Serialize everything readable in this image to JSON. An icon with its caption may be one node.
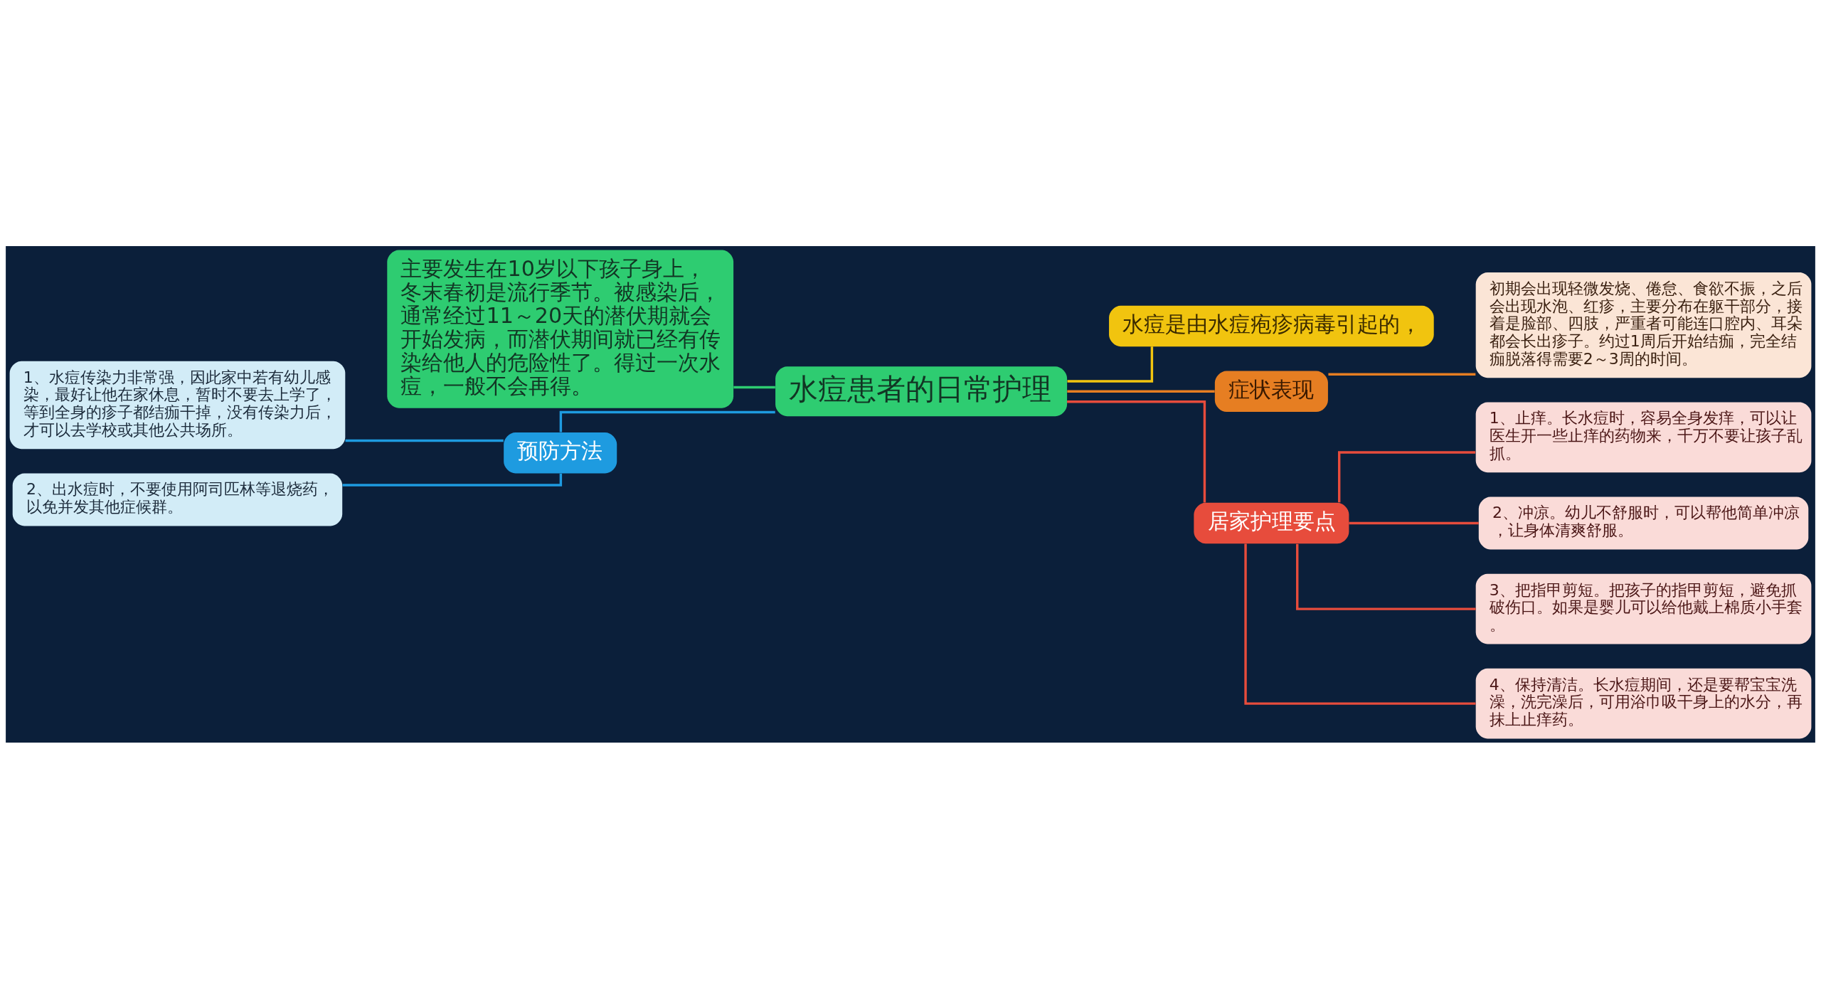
{
  "diagram": {
    "nodes": [
      {
        "text": [
          "水痘患者的日常护理"
        ]
      },
      {
        "text": [
          "主要发生在10岁以下孩子身上，冬末春初是流行季节。被感染后，通常经过11～20天的潜伏期就会开始发病，而潜伏期间就已经有传染给他人的危险性了。得过一次水痘，一般不会再得。"
        ]
      },
      {
        "text": [
          "预防方法"
        ]
      },
      {
        "text": [
          "1、水痘传染力非常强，因此家中若有幼儿感染，最好让他在家休息，暂时不要去上学了，等到全身的疹子都结痂干掉，没有传染力后，才可以去学校或其他公共场所。"
        ]
      },
      {
        "text": [
          "2、出水痘时，不要使用阿司匹林等退烧药，以免并发其他症候群。"
        ]
      },
      {
        "text": [
          "水痘是由水痘疱疹病毒引起的，"
        ]
      },
      {
        "text": [
          "症状表现"
        ]
      },
      {
        "text": [
          "初期会出现轻微发烧、倦怠、食欲不振，之后会出现水泡、红疹，主要分布在躯干部分，接着是脸部、四肢，严重者可能连口腔内、耳朵都会长出疹子。约过1周后开始结痂，完全结痂脱落得需要2～3周的时间。"
        ]
      },
      {
        "text": [
          "居家护理要点"
        ]
      },
      {
        "text": [
          "1、止痒。长水痘时，容易全身发痒，可以让医生开一些止痒的药物来，千万不要让孩子乱抓。"
        ]
      },
      {
        "text": [
          "2、冲凉。幼儿不舒服时，可以帮他简单冲凉，让身体清爽舒服。"
        ]
      },
      {
        "text": [
          "3、把指甲剪短。把孩子的指甲剪短，避免抓破伤口。如果是婴儿可以给他戴上棉质小手套。"
        ]
      },
      {
        "text": [
          "4、保持清洁。长水痘期间，还是要帮宝宝洗澡，洗完澡后，可用浴巾吸干身上的水分，再抹上止痒药。"
        ]
      }
    ],
    "edges": [
      {
        "from": 0,
        "to": 1,
        "arrow": "none",
        "color": "#2ecc71"
      },
      {
        "from": 0,
        "to": 2,
        "arrow": "none",
        "color": "#1e9be0"
      },
      {
        "from": 2,
        "to": 3,
        "arrow": "none",
        "color": "#1e9be0"
      },
      {
        "from": 2,
        "to": 4,
        "arrow": "none",
        "color": "#1e9be0"
      },
      {
        "from": 0,
        "to": 5,
        "arrow": "none",
        "color": "#f1c40f"
      },
      {
        "from": 0,
        "to": 6,
        "arrow": "none",
        "color": "#e67e22"
      },
      {
        "from": 6,
        "to": 7,
        "arrow": "none",
        "color": "#e67e22"
      },
      {
        "from": 0,
        "to": 8,
        "arrow": "none",
        "color": "#e74c3c"
      },
      {
        "from": 8,
        "to": 9,
        "arrow": "none",
        "color": "#e74c3c"
      },
      {
        "from": 8,
        "to": 10,
        "arrow": "none",
        "color": "#e74c3c"
      },
      {
        "from": 8,
        "to": 11,
        "arrow": "none",
        "color": "#e74c3c"
      },
      {
        "from": 8,
        "to": 12,
        "arrow": "none",
        "color": "#e74c3c"
      }
    ]
  }
}
